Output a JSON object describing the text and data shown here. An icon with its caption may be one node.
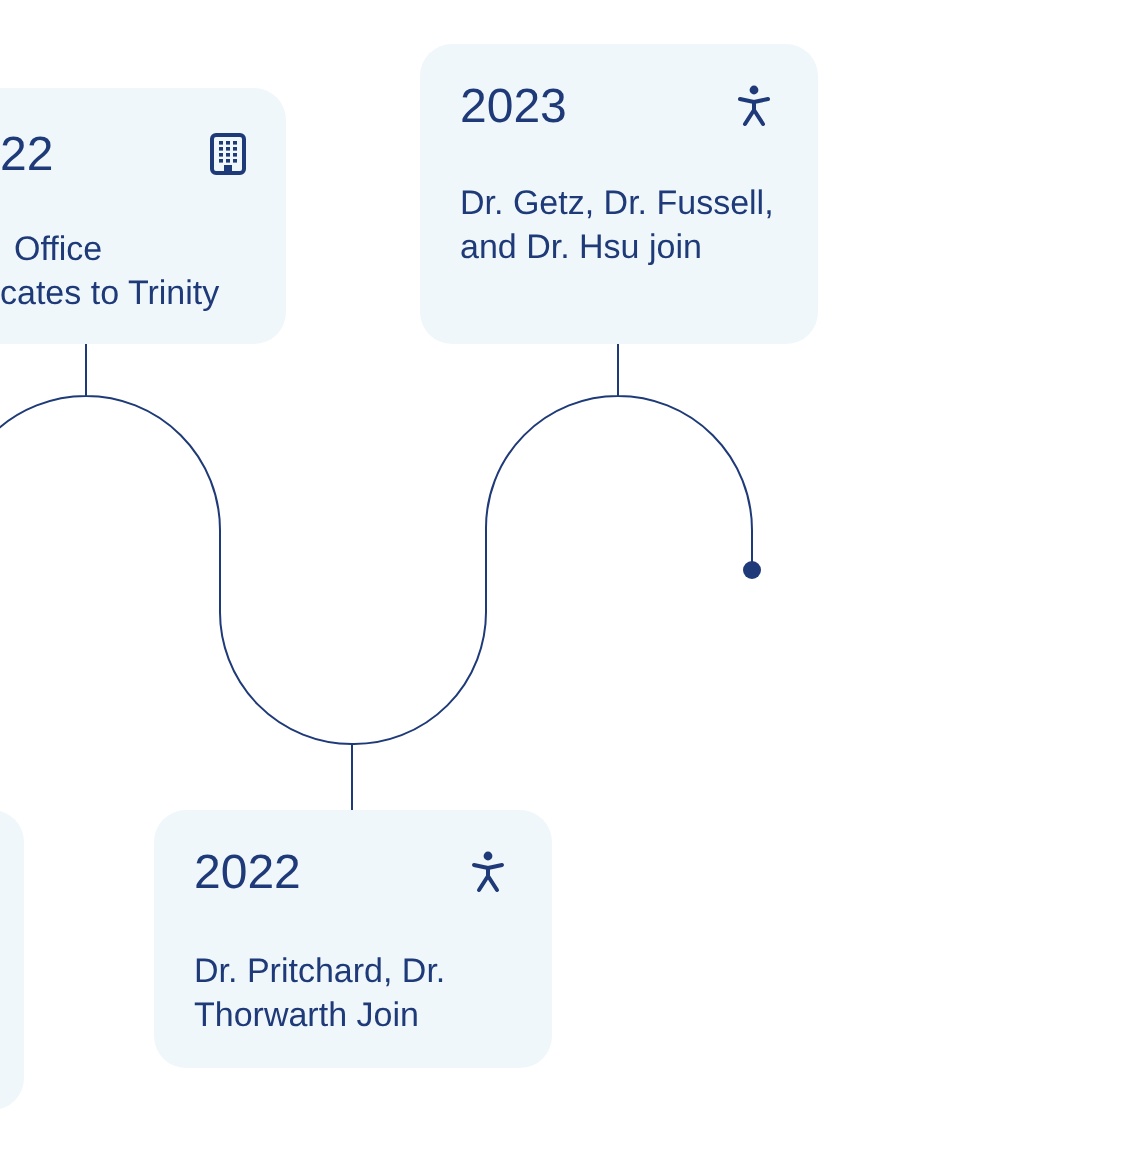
{
  "diagram": {
    "nodes": [
      {
        "text": [
          "22",
          "Office",
          "cates to Trinity"
        ]
      },
      {
        "text": [
          "2023",
          "Dr. Getz, Dr. Fussell, and Dr. Hsu join"
        ]
      },
      {
        "text": [],
        "shape": "box"
      },
      {
        "text": [
          "2022",
          "Dr. Pritchard, Dr. Thorwarth Join"
        ]
      }
    ]
  }
}
